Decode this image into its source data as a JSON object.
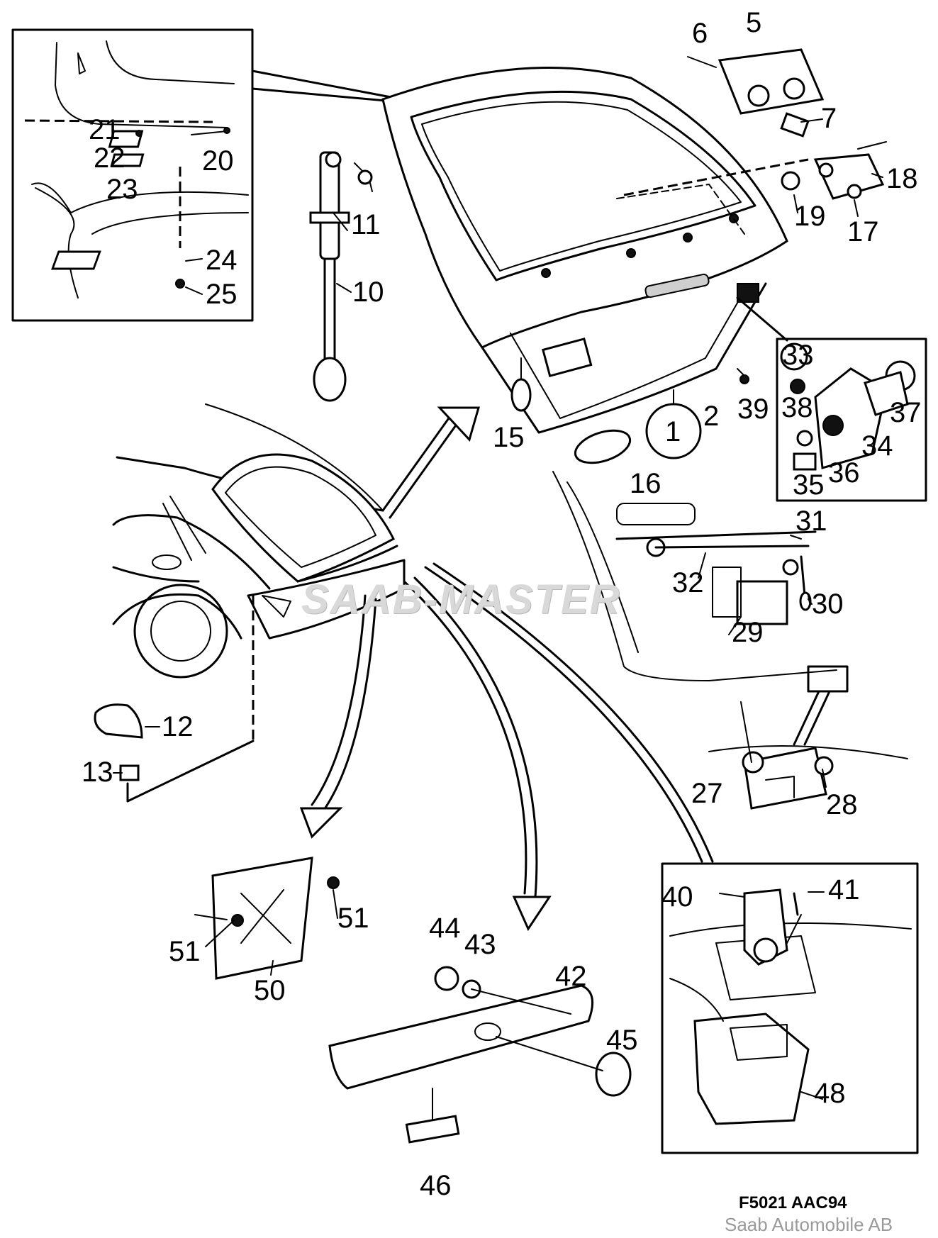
{
  "watermark": "SAAB-MASTER",
  "figure_code": "F5021 AAC94",
  "copyright": "Saab Automobile AB",
  "callouts": [
    "6",
    "5",
    "7",
    "18",
    "19",
    "17",
    "11",
    "10",
    "21",
    "22",
    "20",
    "23",
    "24",
    "25",
    "15",
    "2",
    "1",
    "16",
    "39",
    "33",
    "38",
    "37",
    "34",
    "36",
    "35",
    "31",
    "32",
    "30",
    "29",
    "12",
    "13",
    "27",
    "28",
    "51",
    "51",
    "50",
    "44",
    "43",
    "42",
    "45",
    "46",
    "40",
    "41",
    "48"
  ],
  "colors": {
    "line": "#000000",
    "background": "#ffffff",
    "watermark": "#d9d9d9",
    "copyright": "#9a9a9a"
  }
}
